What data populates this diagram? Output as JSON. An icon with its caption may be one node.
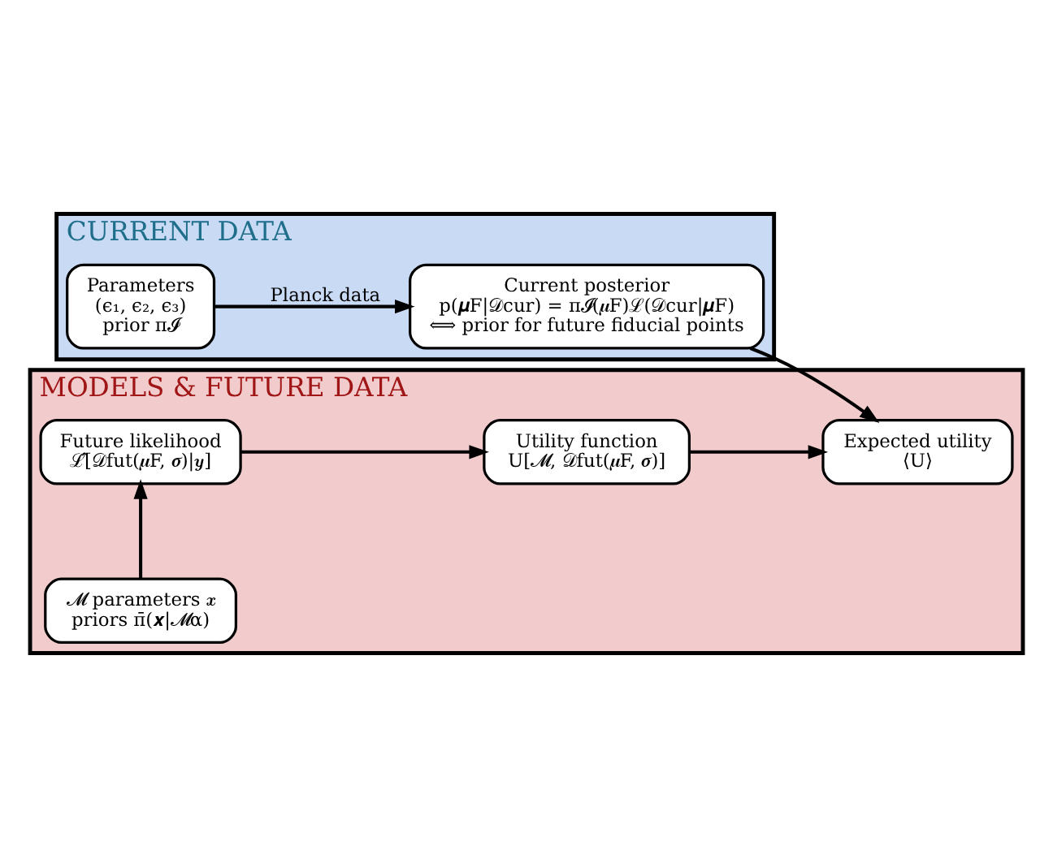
{
  "diagram": {
    "nodes": [
      {
        "text": [
          "CURRENT DATA"
        ]
      },
      {
        "text": [
          "Parameters",
          "(ϵ₁, ϵ₂, ϵ₃)",
          "prior π𝓘"
        ],
        "in": 0
      },
      {
        "text": [
          "Current posterior",
          "p(𝝁F|𝒟cur) = π𝓘(𝝁F)ℒ(𝒟cur|𝝁F)",
          "⟺ prior for future fiducial points"
        ],
        "in": 0
      },
      {
        "text": [
          "MODELS & FUTURE DATA"
        ]
      },
      {
        "text": [
          "Future likelihood",
          "ℒ̂[𝒟fut(𝝁F, 𝝈)|𝒚]"
        ],
        "in": 3
      },
      {
        "text": [
          "Utility function",
          "U[𝓜, 𝒟fut(𝝁F, 𝝈)]"
        ],
        "in": 3
      },
      {
        "text": [
          "Expected utility",
          "⟨U⟩"
        ],
        "in": 3
      },
      {
        "text": [
          "𝓜 parameters 𝒙",
          "priors π̄(𝒙|𝓜α)"
        ],
        "in": 3
      }
    ],
    "edges": [
      {
        "from": 1,
        "to": 2,
        "arrow": "to",
        "label": "Planck data"
      },
      {
        "from": 2,
        "to": 6,
        "arrow": "to"
      },
      {
        "from": 4,
        "to": 5,
        "arrow": "to"
      },
      {
        "from": 5,
        "to": 6,
        "arrow": "to"
      },
      {
        "from": 7,
        "to": 4,
        "arrow": "to"
      }
    ]
  }
}
